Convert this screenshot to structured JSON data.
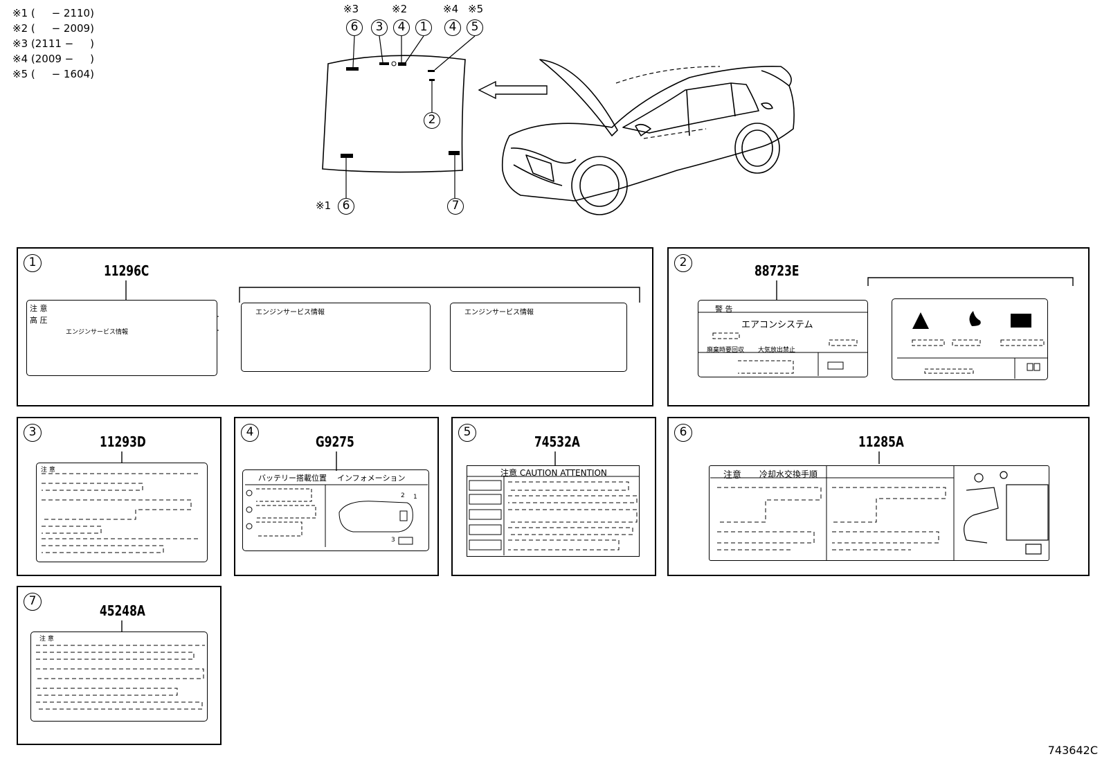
{
  "notes": [
    "※1 (     − 2110)",
    "※2 (     − 2009)",
    "※3 (2111 −     )",
    "※4 (2009 −     )",
    "※5 (     − 1604)"
  ],
  "hood": {
    "top_marks": [
      "※3",
      "※2",
      "※4",
      "※5"
    ],
    "top_circles": [
      "6",
      "3",
      "4",
      "1",
      "4",
      "5"
    ],
    "mid_circle": "2",
    "bottom_left_mark": "※1",
    "bottom_left_circle": "6",
    "bottom_right_circle": "7"
  },
  "panels": [
    {
      "index": "1",
      "part": "11296C",
      "texts": [
        "注 意",
        "高 圧",
        "エンジンサービス情報",
        "エンジンサービス情報",
        "エンジンサービス情報"
      ]
    },
    {
      "index": "2",
      "part": "88723E",
      "texts": [
        "警 告",
        "エアコンシステム",
        "廃棄時要回収",
        "大気放出禁止"
      ]
    },
    {
      "index": "3",
      "part": "11293D",
      "texts": [
        "注 意"
      ]
    },
    {
      "index": "4",
      "part": "G9275",
      "texts": [
        "バッテリー搭載位置",
        "インフォメーション",
        "1",
        "2",
        "3"
      ]
    },
    {
      "index": "5",
      "part": "74532A",
      "texts": [
        "注意  CAUTION  ATTENTION"
      ]
    },
    {
      "index": "6",
      "part": "11285A",
      "texts": [
        "注意",
        "冷却水交換手順"
      ]
    },
    {
      "index": "7",
      "part": "45248A",
      "texts": [
        "注 意"
      ]
    }
  ],
  "diagram_number": "743642C"
}
